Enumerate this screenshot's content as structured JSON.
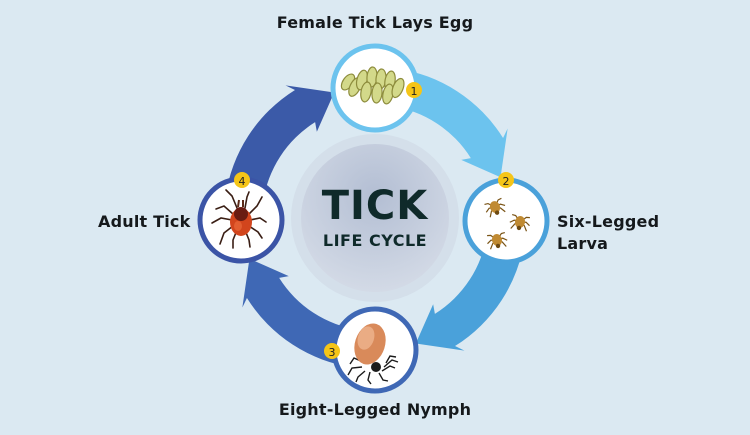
{
  "title": {
    "main": "TICK",
    "sub": "LIFE CYCLE"
  },
  "stages": [
    {
      "number": "1",
      "label": "Female Tick Lays Egg",
      "icon": "tick-eggs-icon"
    },
    {
      "number": "2",
      "label_line1": "Six-Legged",
      "label_line2": "Larva",
      "icon": "tick-larva-icon"
    },
    {
      "number": "3",
      "label": "Eight-Legged Nymph",
      "icon": "tick-nymph-icon"
    },
    {
      "number": "4",
      "label": "Adult Tick",
      "icon": "adult-tick-icon"
    }
  ],
  "colors": {
    "background": "#dbe9f2",
    "arrow_light": "#6cc3ee",
    "arrow_mid": "#4aa1da",
    "arrow_dark": "#3b5aa8",
    "arrow_darker": "#3f68b5",
    "badge": "#f5c518",
    "text": "#15191c"
  }
}
